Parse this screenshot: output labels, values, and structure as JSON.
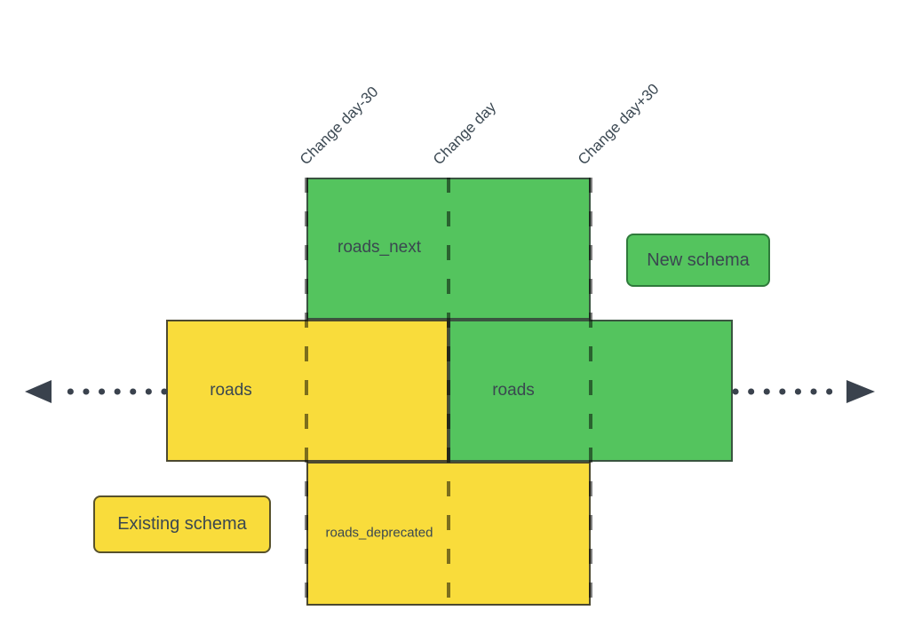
{
  "timeline": {
    "labels": [
      "Change day-30",
      "Change day",
      "Change day+30"
    ]
  },
  "boxes": {
    "roads_next": {
      "label": "roads_next"
    },
    "roads_existing": {
      "label": "roads"
    },
    "roads_new": {
      "label": "roads"
    },
    "roads_deprecated": {
      "label": "roads_deprecated"
    }
  },
  "legend": {
    "new_schema": {
      "label": "New schema"
    },
    "existing_schema": {
      "label": "Existing schema"
    }
  },
  "colors": {
    "new_schema_fill": "#54c45e",
    "existing_schema_fill": "#f9dc3b",
    "dashed_line": "rgba(0,0,0,0.5)",
    "arrow": "#3a424d",
    "text": "#3a4750"
  }
}
